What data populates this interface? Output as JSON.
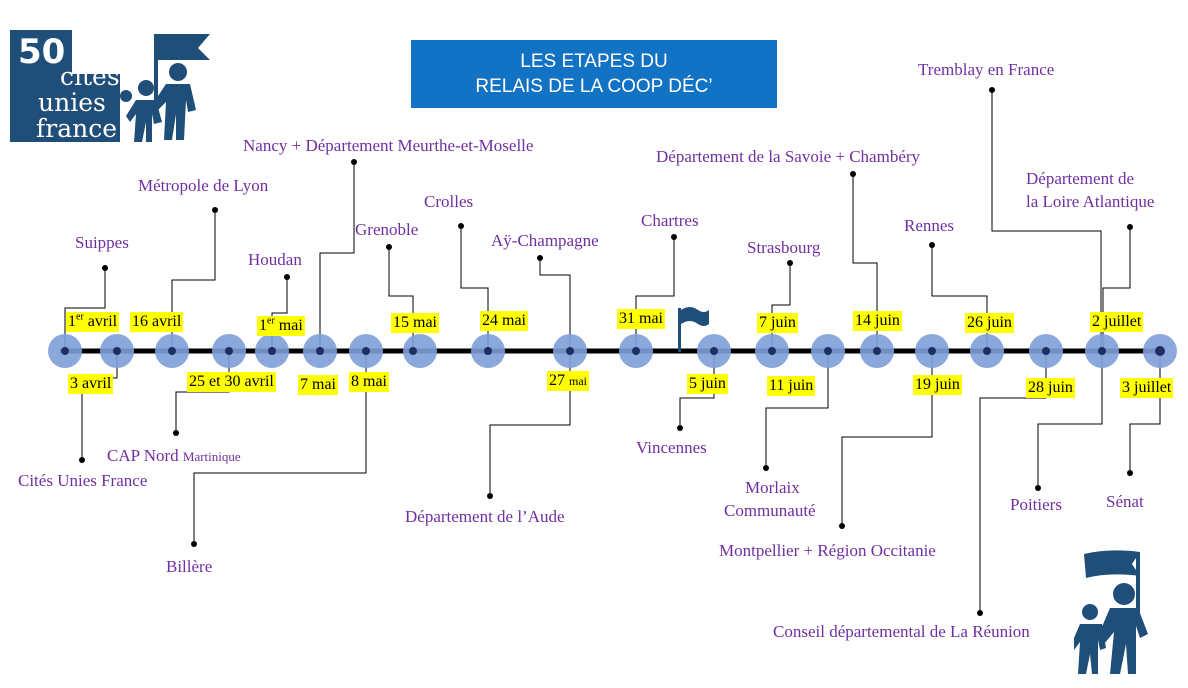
{
  "title": {
    "line1": "LES ETAPES DU",
    "line2": "RELAIS DE LA COOP DÉC’"
  },
  "logo": {
    "number": "50",
    "word1": "cités",
    "word2": "unies",
    "word3": "france"
  },
  "colors": {
    "title_bg": "#1272c4",
    "node_fill": "#7f9fd9",
    "place_text": "#7030a0",
    "date_highlight": "#ffff00",
    "logo_blue": "#1f4e79"
  },
  "places": {
    "cites_unies": "Cités Unies France",
    "suippes": "Suippes",
    "cap_nord": "CAP Nord",
    "cap_nord_sub": "Martinique",
    "metropole_lyon": "Métropole de Lyon",
    "billere": "Billère",
    "houdan": "Houdan",
    "nancy": "Nancy + Département Meurthe-et-Moselle",
    "grenoble": "Grenoble",
    "crolles": "Crolles",
    "aude": "Département de l’Aude",
    "ay": "Aÿ-Champagne",
    "chartres": "Chartres",
    "vincennes": "Vincennes",
    "strasbourg": "Strasbourg",
    "morlaix1": "Morlaix",
    "morlaix2": "Communauté",
    "savoie": "Département de la Savoie + Chambéry",
    "montpellier": "Montpellier + Région Occitanie",
    "rennes": "Rennes",
    "reunion": "Conseil départemental de La Réunion",
    "tremblay": "Tremblay en France",
    "poitiers": "Poitiers",
    "loire1": "Département de",
    "loire2": "la Loire Atlantique",
    "senat": "Sénat"
  },
  "dates": {
    "d1_num": "1",
    "d1_sup": "er",
    "d1_month": "avril",
    "d3": "3 avril",
    "d16": "16 avril",
    "d25": "25 et 30 avril",
    "dmay1_num": "1",
    "dmay1_sup": "er",
    "dmay1_month": "mai",
    "d7": "7 mai",
    "d8": "8 mai",
    "d15": "15 mai",
    "d24": "24 mai",
    "d27_num": "27",
    "d27_month": "mai",
    "d31": "31 mai",
    "d5": "5 juin",
    "d7j": "7 juin",
    "d11": "11 juin",
    "d14": "14 juin",
    "d19": "19 juin",
    "d26": "26 juin",
    "d28": "28 juin",
    "d2j": "2 juillet",
    "d3j": "3 juillet"
  }
}
